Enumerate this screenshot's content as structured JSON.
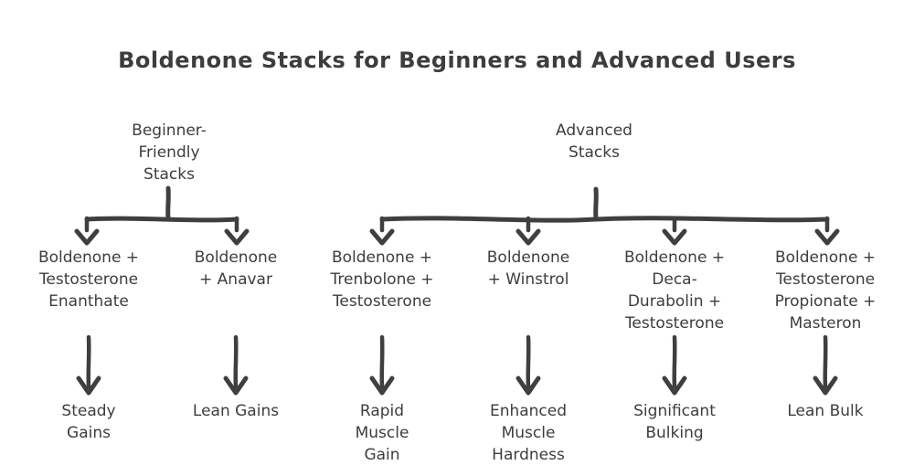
{
  "title": "Boldenone Stacks for Beginners and Advanced Users",
  "colors": {
    "text": "#3d3d3d",
    "line": "#3f3f3f",
    "background": "#ffffff"
  },
  "tree": {
    "groups": [
      {
        "parent": "Beginner-\nFriendly\nStacks",
        "branches": [
          {
            "stack": "Boldenone +\nTestosterone\nEnanthate",
            "outcome": "Steady\nGains"
          },
          {
            "stack": "Boldenone\n+ Anavar",
            "outcome": "Lean Gains"
          }
        ]
      },
      {
        "parent": "Advanced\nStacks",
        "branches": [
          {
            "stack": "Boldenone +\nTrenbolone +\nTestosterone",
            "outcome": "Rapid\nMuscle\nGain"
          },
          {
            "stack": "Boldenone\n+ Winstrol",
            "outcome": "Enhanced\nMuscle\nHardness"
          },
          {
            "stack": "Boldenone +\nDeca-\nDurabolin +\nTestosterone",
            "outcome": "Significant\nBulking"
          },
          {
            "stack": "Boldenone +\nTestosterone\nPropionate +\nMasteron",
            "outcome": "Lean Bulk"
          }
        ]
      }
    ]
  }
}
